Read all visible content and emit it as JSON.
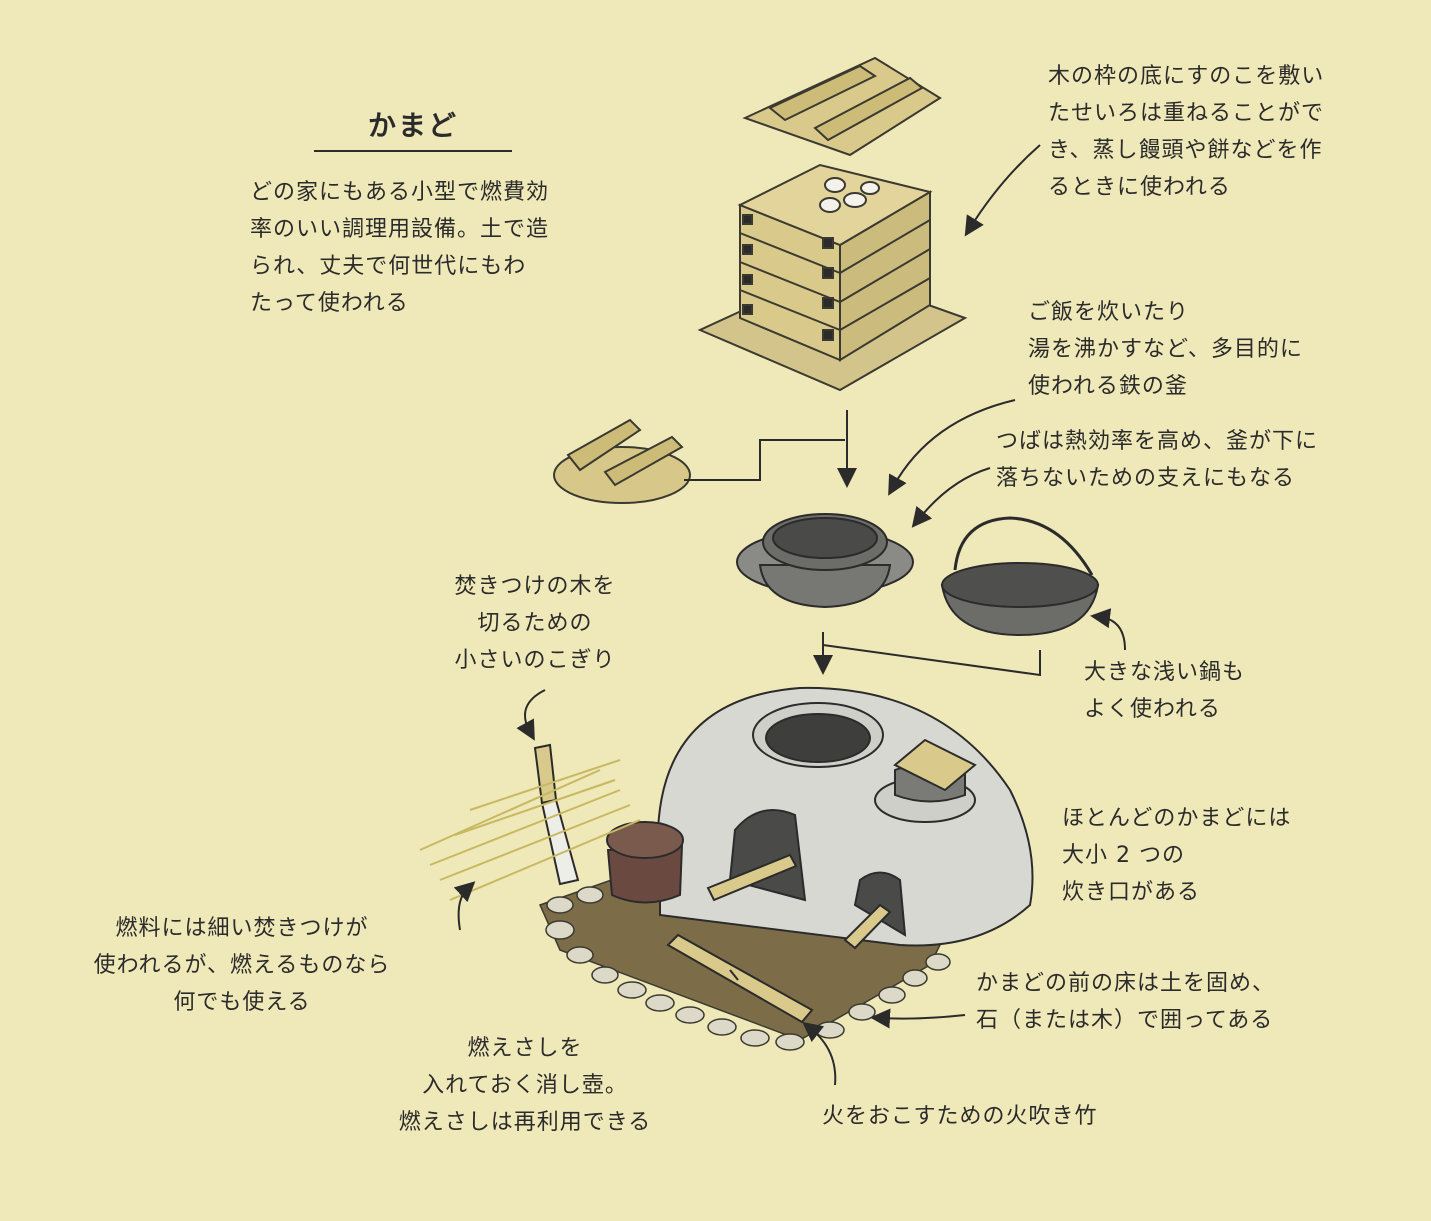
{
  "title": "かまど",
  "intro": [
    "どの家にもある小型で燃費効",
    "率のいい調理用設備。土で造",
    "られ、丈夫で何世代にもわ",
    "たって使われる"
  ],
  "seiro_note": [
    "木の枠の底にすのこを敷い",
    "たせいろは重ねることがで",
    "き、蒸し饅頭や餅などを作",
    "るときに使われる"
  ],
  "kama_note": [
    "ご飯を炊いたり",
    "湯を沸かすなど、多目的に",
    "使われる鉄の釜"
  ],
  "tsuba_note": [
    "つばは熱効率を高め、釜が下に",
    "落ちないための支えにもなる"
  ],
  "nabe_note": [
    "大きな浅い鍋も",
    "よく使われる"
  ],
  "saw_note": [
    "焚きつけの木を",
    "切るための",
    "小さいのこぎり"
  ],
  "mouth_note": [
    "ほとんどのかまどには",
    "大小 2 つの",
    "炊き口がある"
  ],
  "fuel_note": [
    "燃料には細い焚きつけが",
    "使われるが、燃えるものなら",
    "何でも使える"
  ],
  "floor_note": [
    "かまどの前の床は土を固め、",
    "石（または木）で囲ってある"
  ],
  "keshitsubo_note": [
    "燃えさしを",
    "入れておく消し壺。",
    "燃えさしは再利用できる"
  ],
  "fukidake_note": [
    "火をおこすための火吹き竹"
  ],
  "colors": {
    "background": "#efe8b8",
    "wood": "#d9c98a",
    "clay": "#d8d8d2",
    "iron": "#5a5a58",
    "floor": "#7a6a45"
  }
}
